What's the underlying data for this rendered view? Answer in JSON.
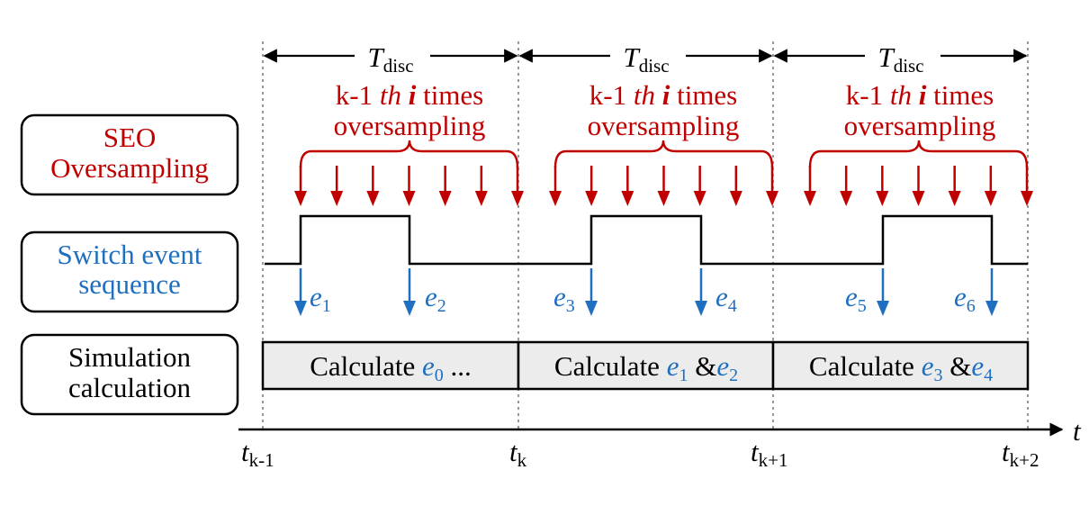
{
  "colors": {
    "red": "#c00000",
    "blue": "#1f6fc0",
    "black": "#000000",
    "box_fill": "#ececec"
  },
  "row_labels": {
    "seo": {
      "line1": "SEO",
      "line2": "Oversampling"
    },
    "switch": {
      "line1": "Switch event",
      "line2": "sequence"
    },
    "simulation": {
      "line1": "Simulation",
      "line2": "calculation"
    }
  },
  "period": {
    "symbol": "T",
    "subscript": "disc"
  },
  "oversampling": {
    "line1_a": "k-1 ",
    "line1_th": "th",
    "line1_i": "i",
    "line1_b": " times",
    "line2": "oversampling"
  },
  "events": [
    {
      "base": "e",
      "sub": "1"
    },
    {
      "base": "e",
      "sub": "2"
    },
    {
      "base": "e",
      "sub": "3"
    },
    {
      "base": "e",
      "sub": "4"
    },
    {
      "base": "e",
      "sub": "5"
    },
    {
      "base": "e",
      "sub": "6"
    }
  ],
  "calculations": [
    {
      "prefix": "Calculate ",
      "e_a": "e",
      "sub_a": "0",
      "joiner": " ...",
      "e_b": "",
      "sub_b": ""
    },
    {
      "prefix": "Calculate ",
      "e_a": "e",
      "sub_a": "1",
      "joiner": " &",
      "e_b": "e",
      "sub_b": "2"
    },
    {
      "prefix": "Calculate ",
      "e_a": "e",
      "sub_a": "3",
      "joiner": " &",
      "e_b": "e",
      "sub_b": "4"
    }
  ],
  "time_axis": {
    "label": "t",
    "ticks": [
      {
        "base": "t",
        "sub": "k-1"
      },
      {
        "base": "t",
        "sub": "k"
      },
      {
        "base": "t",
        "sub": "k+1"
      },
      {
        "base": "t",
        "sub": "k+2"
      }
    ]
  }
}
